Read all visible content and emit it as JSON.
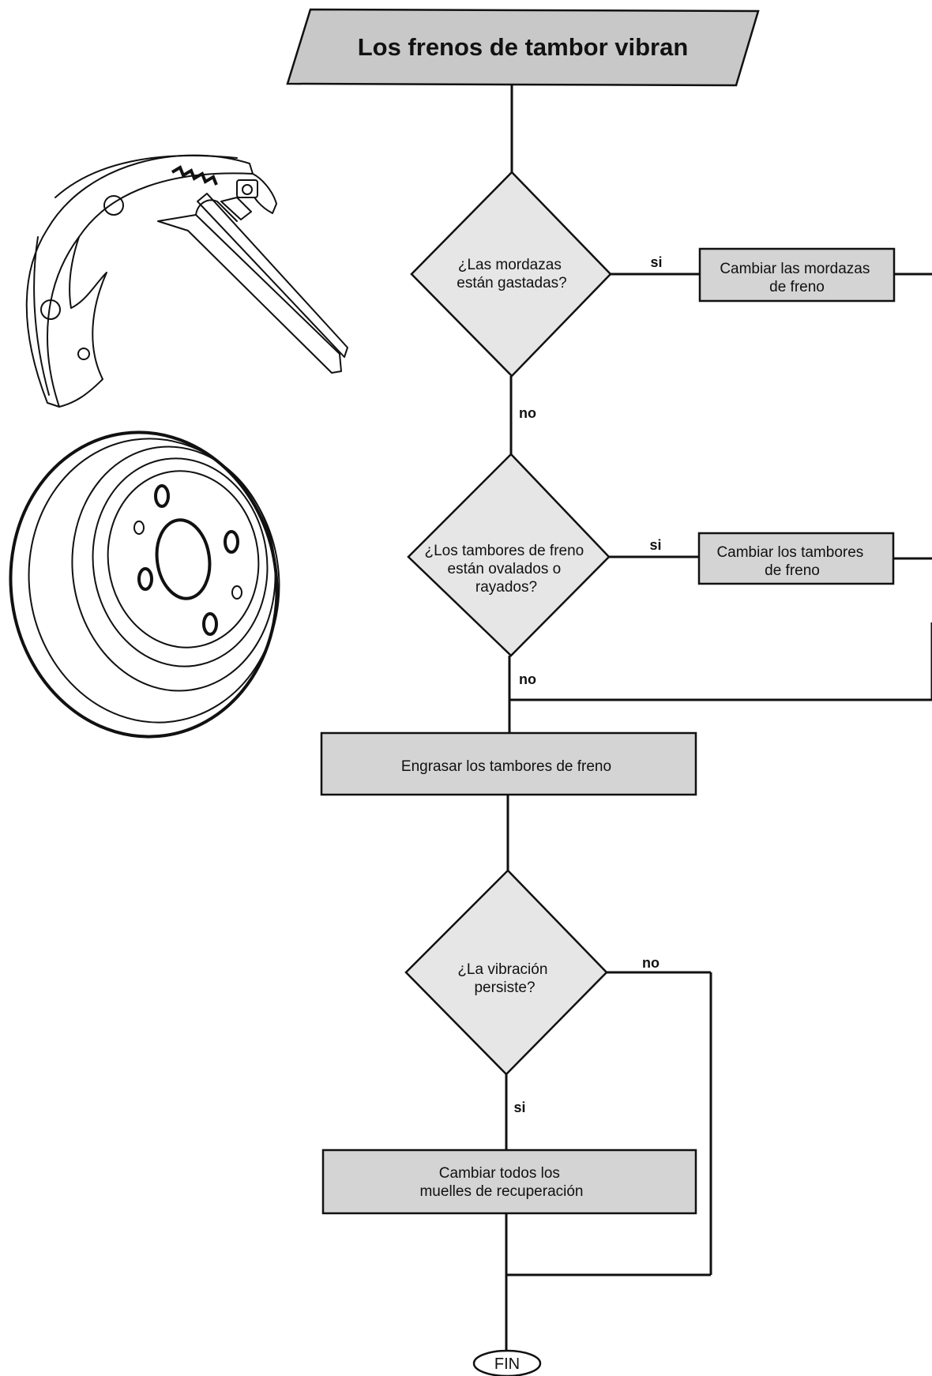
{
  "title": "Los frenos de tambor vibran",
  "nodes": {
    "q1": [
      "¿Las mordazas",
      "están gastadas?"
    ],
    "a1": [
      "Cambiar las mordazas",
      "de freno"
    ],
    "q2": [
      "¿Los tambores de freno",
      "están ovalados o",
      "rayados?"
    ],
    "a2": [
      "Cambiar los tambores",
      "de freno"
    ],
    "a3": [
      "Engrasar los tambores de freno"
    ],
    "q3": [
      "¿La vibración",
      "persiste?"
    ],
    "a4": [
      "Cambiar todos los",
      "muelles de recuperación"
    ],
    "end": "FIN"
  },
  "edges": {
    "q1_yes": "si",
    "q1_no": "no",
    "q2_yes": "si",
    "q2_no": "no",
    "q3_no": "no",
    "q3_yes": "si"
  },
  "illustrations": {
    "brake_shoe": "brake-shoe-illustration",
    "brake_drum": "brake-drum-illustration"
  }
}
